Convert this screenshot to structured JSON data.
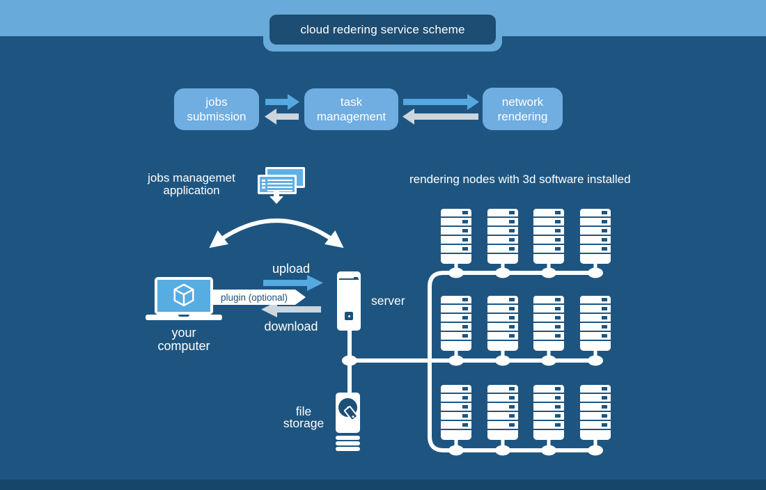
{
  "title": "cloud redering service scheme",
  "flow_boxes": [
    {
      "line1": "jobs",
      "line2": "submission"
    },
    {
      "line1": "task",
      "line2": "management"
    },
    {
      "line1": "network",
      "line2": "rendering"
    }
  ],
  "labels": {
    "jobs_app_1": "jobs managemet",
    "jobs_app_2": "application",
    "rendering_nodes": "rendering nodes with 3d software installed",
    "upload": "upload",
    "download": "download",
    "plugin": "plugin (optional)",
    "your_computer_1": "your",
    "your_computer_2": "computer",
    "server": "server",
    "file_storage_1": "file",
    "file_storage_2": "storage"
  },
  "rack_grid": {
    "rows": 3,
    "cols": 4,
    "slots_per_rack": 5
  },
  "colors": {
    "background": "#1e5580",
    "top_strip": "#68aad9",
    "badge_dark": "#1d4d72",
    "flow_box": "#70ade0",
    "arrow_blue": "#55a9e0",
    "arrow_gray": "#ccd6dc",
    "icon_dark": "#1d5078",
    "bottom_strip": "#16476b",
    "white": "#ffffff"
  }
}
